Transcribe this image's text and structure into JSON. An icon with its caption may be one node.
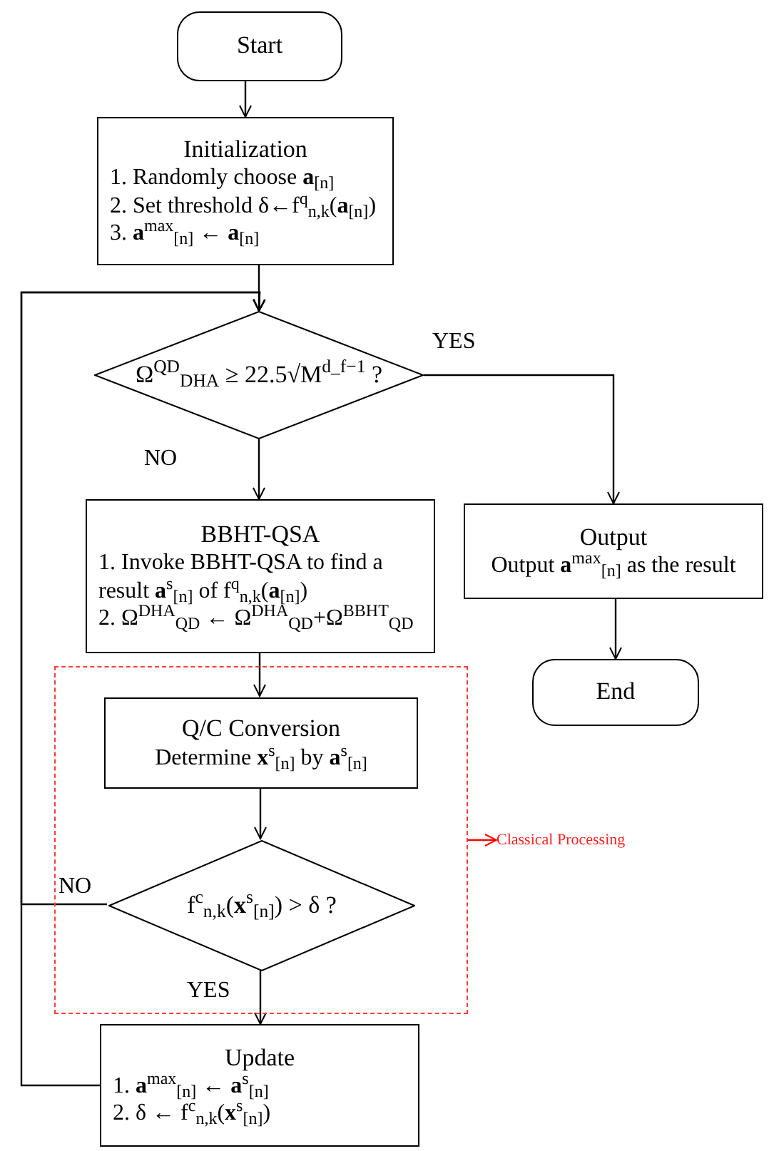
{
  "diagram": {
    "nodes": [
      {
        "text": [
          "Start"
        ]
      },
      {
        "text": [
          "Initialization",
          "1. Randomly choose **a**$_{[n]}$",
          "2. Set threshold δ←f$^{q}$$_{n,k}$(**a**$_{[n]}$)",
          "3. **a**$^{max}$$_{[n]}$ ← **a**$_{[n]}$"
        ]
      },
      {
        "text": [
          "Ω$^{QD}$$_{DHA}$ ≥ 22.5√M$^{d_f−1}$ ?"
        ]
      },
      {
        "text": [
          "BBHT-QSA",
          "1. Invoke BBHT-QSA to find a result **a**$^{s}$$_{[n]}$ of f$^{q}$$_{n,k}$(**a**$_{[n]}$)",
          "2. Ω$^{DHA}$$_{QD}$ ← Ω$^{DHA}$$_{QD}$+Ω$^{BBHT}$$_{QD}$"
        ]
      },
      {
        "text": [
          "Output",
          "Output **a**$^{max}$$_{[n]}$ as the result"
        ]
      },
      {
        "text": [
          "End"
        ]
      },
      {
        "text": [],
        "shape": "box"
      },
      {
        "text": [
          "Q/C Conversion",
          "Determine **x**$^{s}$$_{[n]}$ by **a**$^{s}$$_{[n]}$"
        ],
        "in": 6
      },
      {
        "text": [
          "f$^{c}$$_{n,k}$(**x**$^{s}$$_{[n]}$) > δ ?"
        ],
        "in": 6
      },
      {
        "text": [
          "Update",
          "1. **a**$^{max}$$_{[n]}$ ← **a**$^{s}$$_{[n]}$",
          "2. δ ← f$^{c}$$_{n,k}$(**x**$^{s}$$_{[n]}$)"
        ]
      },
      {
        "text": [
          "Classical Processing"
        ]
      }
    ],
    "edges": [
      {
        "from": 0,
        "to": 1,
        "arrow": "to"
      },
      {
        "from": 1,
        "to": 2,
        "arrow": "to"
      },
      {
        "from": 2,
        "to": 4,
        "arrow": "to",
        "label": "YES"
      },
      {
        "from": 2,
        "to": 3,
        "arrow": "to",
        "label": "NO"
      },
      {
        "from": 3,
        "to": 7,
        "arrow": "to"
      },
      {
        "from": 7,
        "to": 8,
        "arrow": "to"
      },
      {
        "from": 8,
        "to": 9,
        "arrow": "to",
        "label": "YES"
      },
      {
        "from": 8,
        "to": 2,
        "arrow": "to",
        "label": "NO"
      },
      {
        "from": 9,
        "to": 2,
        "arrow": "to"
      },
      {
        "from": 4,
        "to": 5,
        "arrow": "to"
      },
      {
        "from": 6,
        "to": 10,
        "arrow": "to",
        "color": "#ff0000"
      }
    ]
  }
}
